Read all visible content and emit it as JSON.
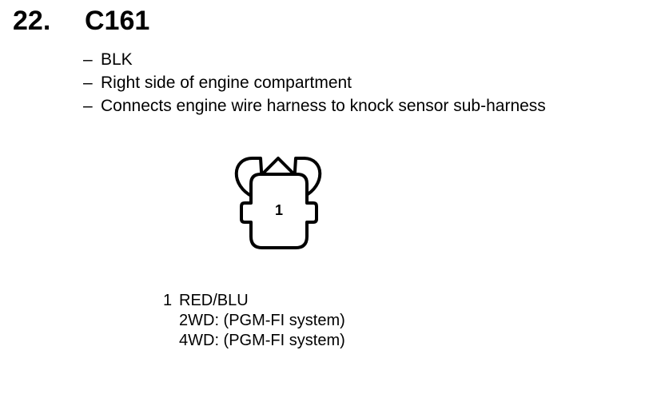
{
  "connector": {
    "number": "22.",
    "code": "C161"
  },
  "details": [
    {
      "dash": "–",
      "text": "BLK"
    },
    {
      "dash": "–",
      "text": "Right side of engine compartment"
    },
    {
      "dash": "–",
      "text": "Connects engine wire harness to knock sensor sub-harness"
    }
  ],
  "diagram": {
    "pin_label": "1"
  },
  "pins": [
    {
      "number": "1",
      "wire": "RED/BLU",
      "notes": [
        "2WD: (PGM-FI system)",
        "4WD: (PGM-FI system)"
      ]
    }
  ]
}
